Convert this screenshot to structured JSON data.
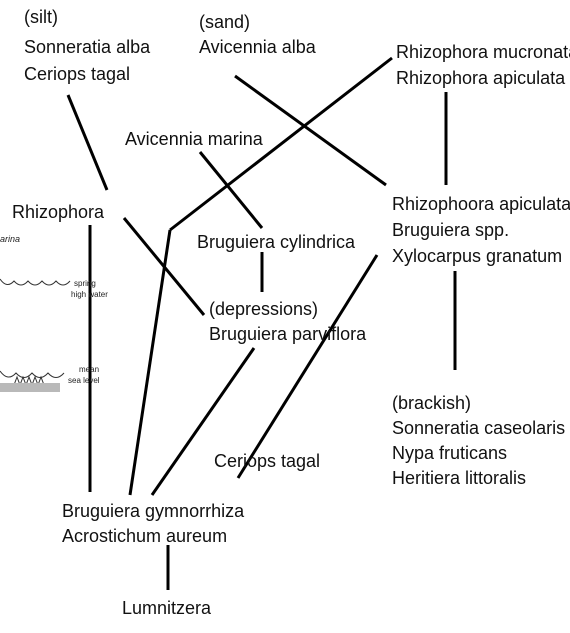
{
  "nodes": {
    "silt": {
      "lines": [
        "(silt)",
        "Sonneratia alba",
        "Ceriops tagal"
      ]
    },
    "sand": {
      "lines": [
        "(sand)",
        "Avicennia alba"
      ]
    },
    "rhizophora_mucronata": {
      "lines": [
        "Rhizophora mucronata",
        "Rhizophora apiculata"
      ]
    },
    "avicennia_marina": {
      "lines": [
        "Avicennia marina"
      ]
    },
    "rhizophora": {
      "lines": [
        "Rhizophora"
      ]
    },
    "rhizophoora_apiculata": {
      "lines": [
        "Rhizophoora apiculata",
        "Bruguiera spp.",
        "Xylocarpus granatum"
      ]
    },
    "bruguiera_cylindrica": {
      "lines": [
        "Bruguiera cylindrica"
      ]
    },
    "depressions": {
      "lines": [
        "(depressions)",
        "Bruguiera parviflora"
      ]
    },
    "brackish": {
      "lines": [
        "(brackish)",
        "Sonneratia caseolaris",
        "Nypa fruticans",
        "Heritiera littoralis"
      ]
    },
    "ceriops_tagal": {
      "lines": [
        "Ceriops tagal"
      ]
    },
    "gymnorrhiza": {
      "lines": [
        "Bruguiera gymnorrhiza",
        "Acrostichum aureum"
      ]
    },
    "lumnitzera": {
      "lines": [
        "Lumnitzera"
      ]
    }
  },
  "inset": {
    "partial_label": "arina",
    "spring_high_water": [
      "spring",
      "high water"
    ],
    "mean_sea_level": [
      "mean",
      "sea level"
    ]
  }
}
